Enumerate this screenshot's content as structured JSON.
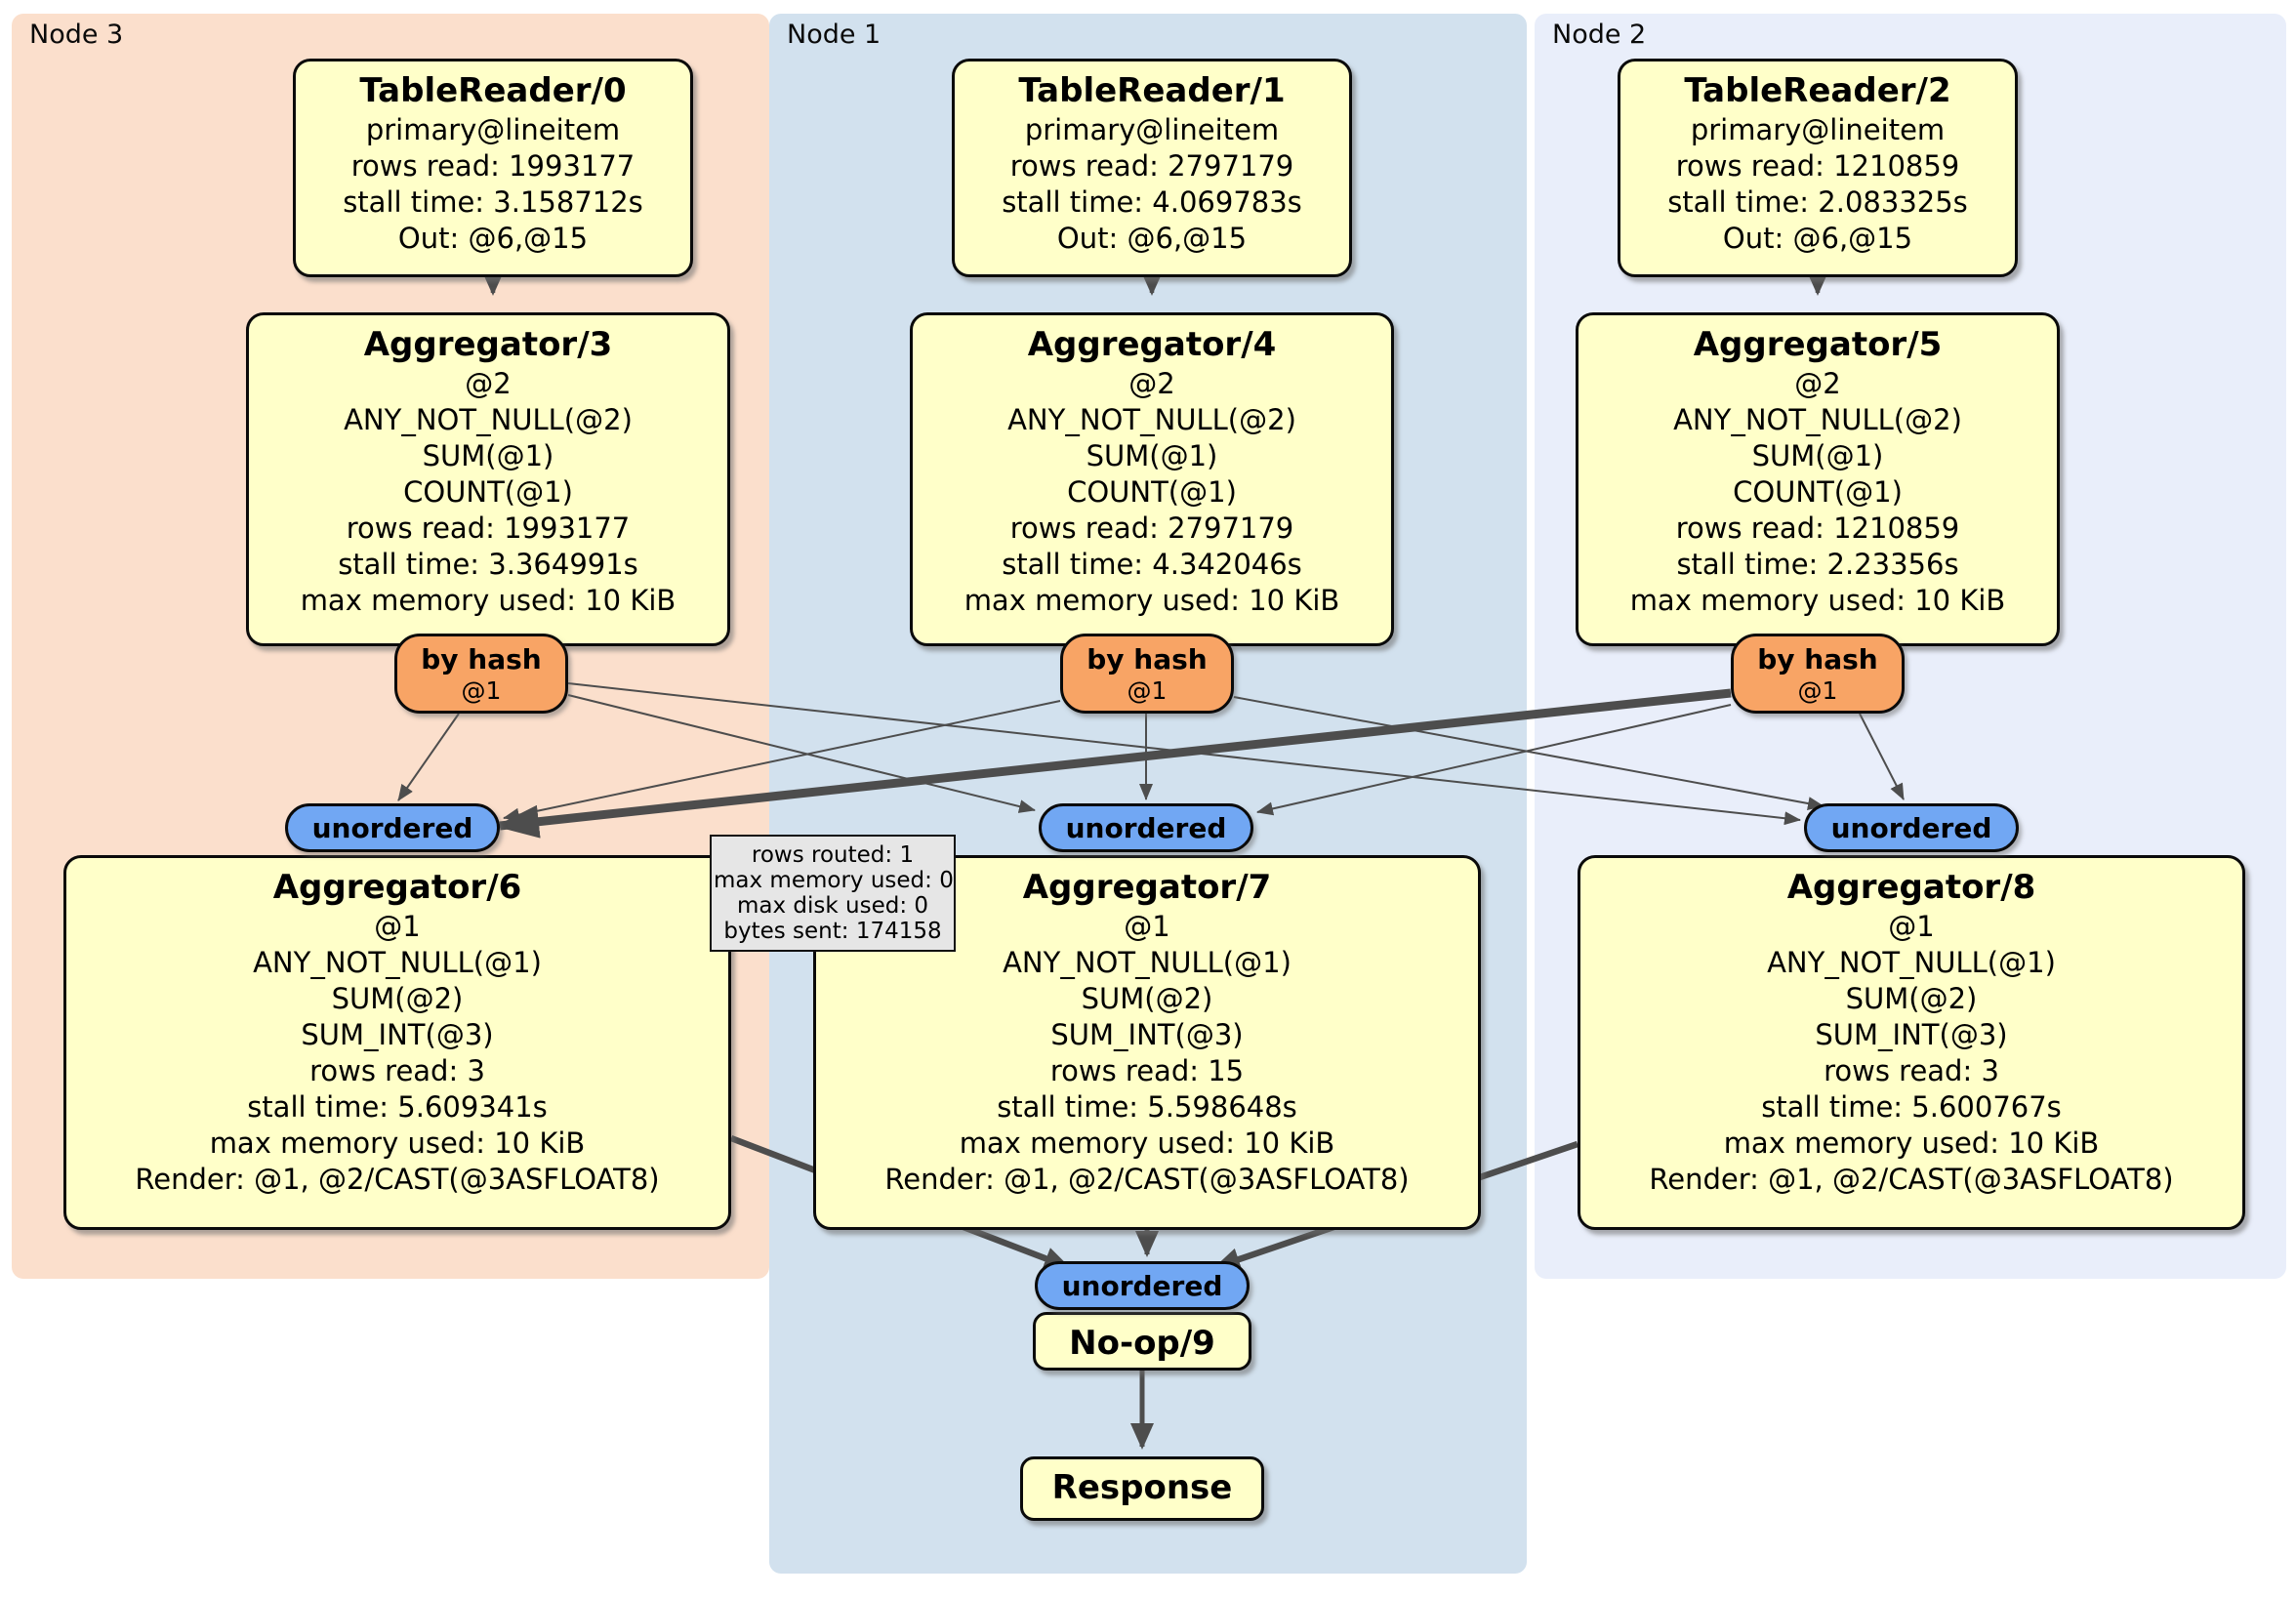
{
  "panels": [
    {
      "id": "node3",
      "label": "Node 3"
    },
    {
      "id": "node1",
      "label": "Node 1"
    },
    {
      "id": "node2",
      "label": "Node 2"
    }
  ],
  "processors": {
    "tr0": {
      "title": "TableReader/0",
      "lines": [
        "primary@lineitem",
        "rows read: 1993177",
        "stall time: 3.158712s",
        "Out: @6,@15"
      ]
    },
    "tr1": {
      "title": "TableReader/1",
      "lines": [
        "primary@lineitem",
        "rows read: 2797179",
        "stall time: 4.069783s",
        "Out: @6,@15"
      ]
    },
    "tr2": {
      "title": "TableReader/2",
      "lines": [
        "primary@lineitem",
        "rows read: 1210859",
        "stall time: 2.083325s",
        "Out: @6,@15"
      ]
    },
    "agg3": {
      "title": "Aggregator/3",
      "lines": [
        "@2",
        "ANY_NOT_NULL(@2)",
        "SUM(@1)",
        "COUNT(@1)",
        "rows read: 1993177",
        "stall time: 3.364991s",
        "max memory used: 10 KiB"
      ]
    },
    "agg4": {
      "title": "Aggregator/4",
      "lines": [
        "@2",
        "ANY_NOT_NULL(@2)",
        "SUM(@1)",
        "COUNT(@1)",
        "rows read: 2797179",
        "stall time: 4.342046s",
        "max memory used: 10 KiB"
      ]
    },
    "agg5": {
      "title": "Aggregator/5",
      "lines": [
        "@2",
        "ANY_NOT_NULL(@2)",
        "SUM(@1)",
        "COUNT(@1)",
        "rows read: 1210859",
        "stall time: 2.23356s",
        "max memory used: 10 KiB"
      ]
    },
    "agg6": {
      "title": "Aggregator/6",
      "lines": [
        "@1",
        "ANY_NOT_NULL(@1)",
        "SUM(@2)",
        "SUM_INT(@3)",
        "rows read: 3",
        "stall time: 5.609341s",
        "max memory used: 10 KiB",
        "Render: @1, @2/CAST(@3ASFLOAT8)"
      ]
    },
    "agg7": {
      "title": "Aggregator/7",
      "lines": [
        "@1",
        "ANY_NOT_NULL(@1)",
        "SUM(@2)",
        "SUM_INT(@3)",
        "rows read: 15",
        "stall time: 5.598648s",
        "max memory used: 10 KiB",
        "Render: @1, @2/CAST(@3ASFLOAT8)"
      ]
    },
    "agg8": {
      "title": "Aggregator/8",
      "lines": [
        "@1",
        "ANY_NOT_NULL(@1)",
        "SUM(@2)",
        "SUM_INT(@3)",
        "rows read: 3",
        "stall time: 5.600767s",
        "max memory used: 10 KiB",
        "Render: @1, @2/CAST(@3ASFLOAT8)"
      ]
    },
    "noop": {
      "title": "No-op/9"
    },
    "response": {
      "title": "Response"
    }
  },
  "routers": {
    "by_hash": {
      "label": "by hash",
      "sub": "@1"
    },
    "unordered": {
      "label": "unordered"
    }
  },
  "tooltip": {
    "lines": [
      "rows routed: 1",
      "max memory used: 0",
      "max disk used: 0",
      "bytes sent: 174158"
    ]
  },
  "colors": {
    "node3_bg": "#fbdfcc",
    "node1_bg": "#d2e1ee",
    "node2_bg": "#e9eefa",
    "box_bg": "#ffffc9",
    "router_bg": "#f8a465",
    "sync_bg": "#71a7f3",
    "tooltip_bg": "#e6e6e6",
    "edge": "#4d4d4d",
    "border": "#0a0a0a"
  }
}
